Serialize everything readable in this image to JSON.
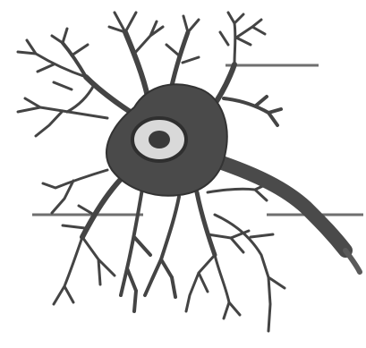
{
  "diagram": {
    "subject": "neuron",
    "style": "monochrome ink drawing",
    "parts": [
      "cell-body",
      "nucleus",
      "nucleolus",
      "dendrites",
      "axon",
      "label-pointer-lines"
    ],
    "labels": [],
    "colors": {
      "background": "#ffffff",
      "ink": "#3f3f3f",
      "soma_fill": "#4a4a4a",
      "nucleus_fill": "#d9d9d9",
      "pointer": "#6f6f6f"
    }
  }
}
